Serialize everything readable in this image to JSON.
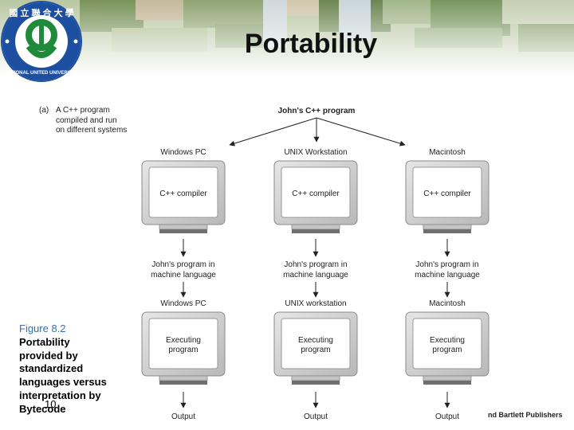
{
  "slide": {
    "title": "Portability",
    "page_number": "10",
    "credit": "nd Bartlett Publishers"
  },
  "logo": {
    "ring_text": "NATIONAL UNITED UNIVERSITY",
    "top_text": "國 立 聯 合 大 學"
  },
  "caption": {
    "fig_no": "Figure 8.2",
    "lines": [
      "Portability",
      "provided by",
      "standardized",
      "languages versus",
      "interpretation by",
      "Bytecode"
    ]
  },
  "diagram": {
    "part_label": "(a)",
    "part_description": [
      "A C++ program",
      "compiled and run",
      "on different systems"
    ],
    "source": "John's C++ program",
    "columns": [
      {
        "system": "Windows PC",
        "compiler": "C++ compiler",
        "intermediate": [
          "John's program in",
          "machine language"
        ],
        "runtime_system": "Windows PC",
        "run_label": [
          "Executing",
          "program"
        ],
        "output": "Output"
      },
      {
        "system": "UNIX Workstation",
        "compiler": "C++ compiler",
        "intermediate": [
          "John's program in",
          "machine language"
        ],
        "runtime_system": "UNIX workstation",
        "run_label": [
          "Executing",
          "program"
        ],
        "output": "Output"
      },
      {
        "system": "Macintosh",
        "compiler": "C++ compiler",
        "intermediate": [
          "John's program in",
          "machine language"
        ],
        "runtime_system": "Macintosh",
        "run_label": [
          "Executing",
          "program"
        ],
        "output": "Output"
      }
    ]
  },
  "colors": {
    "monitor_frame": "#d9d9d9",
    "monitor_dark": "#8a8a8a",
    "screen": "#ffffff",
    "caption_accent": "#3a6fa8",
    "logo_green": "#1f8a3a",
    "logo_blue": "#1d4fa0"
  }
}
